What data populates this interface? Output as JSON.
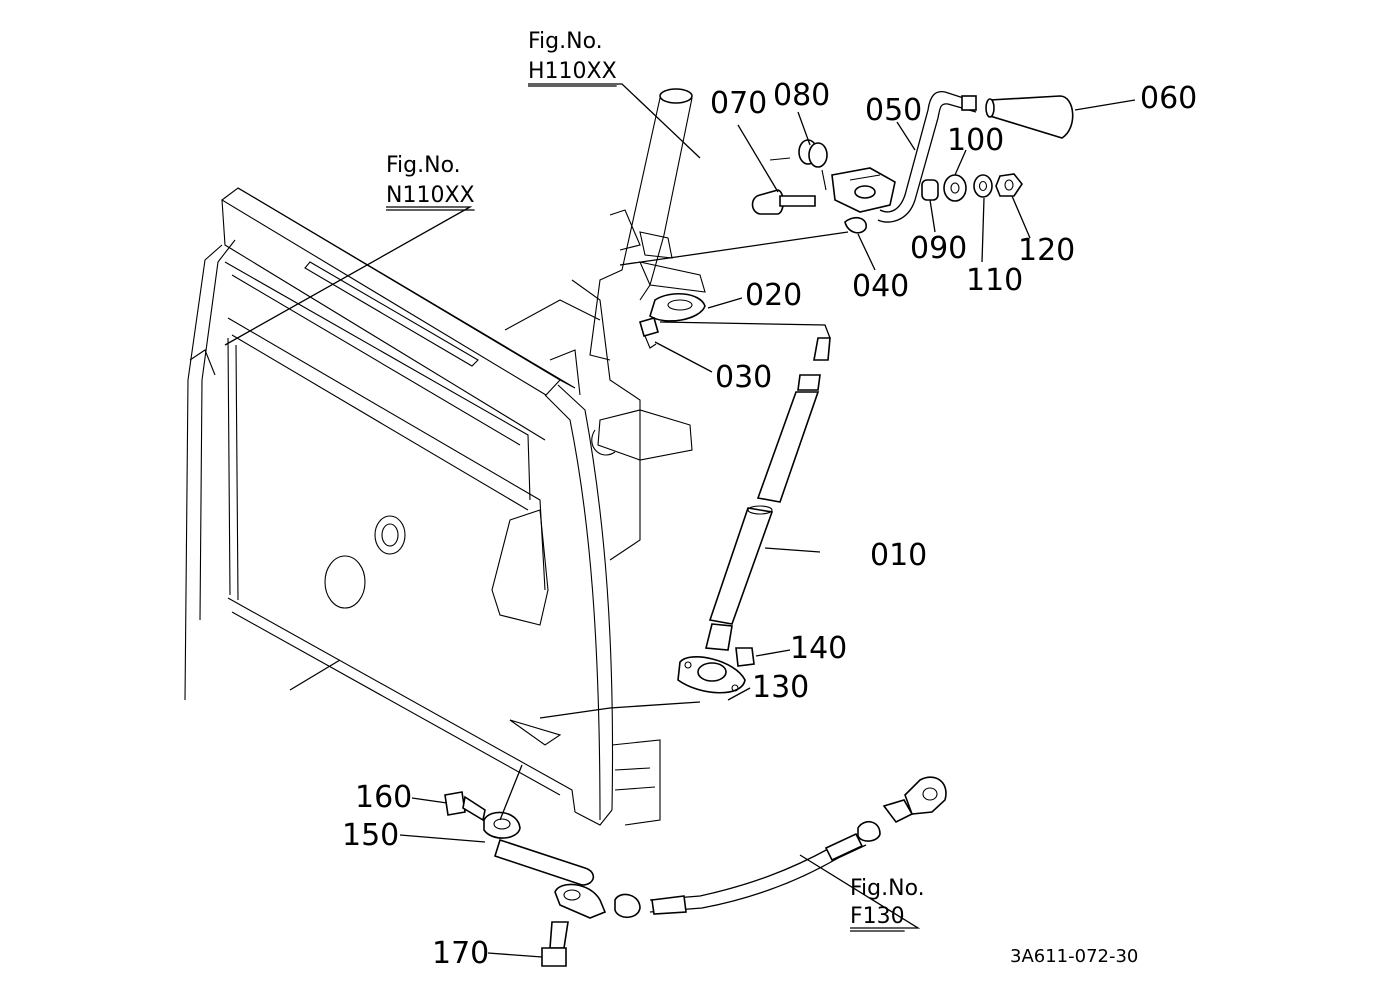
{
  "references": [
    {
      "title": "Fig.No.",
      "number": "H110XX"
    },
    {
      "title": "Fig.No.",
      "number": "N110XX"
    },
    {
      "title": "Fig.No.",
      "number": "F130"
    }
  ],
  "parts": [
    "010",
    "020",
    "030",
    "040",
    "050",
    "060",
    "070",
    "080",
    "090",
    "100",
    "110",
    "120",
    "130",
    "140",
    "150",
    "160",
    "170"
  ],
  "drawing_code": "3A611-072-30"
}
